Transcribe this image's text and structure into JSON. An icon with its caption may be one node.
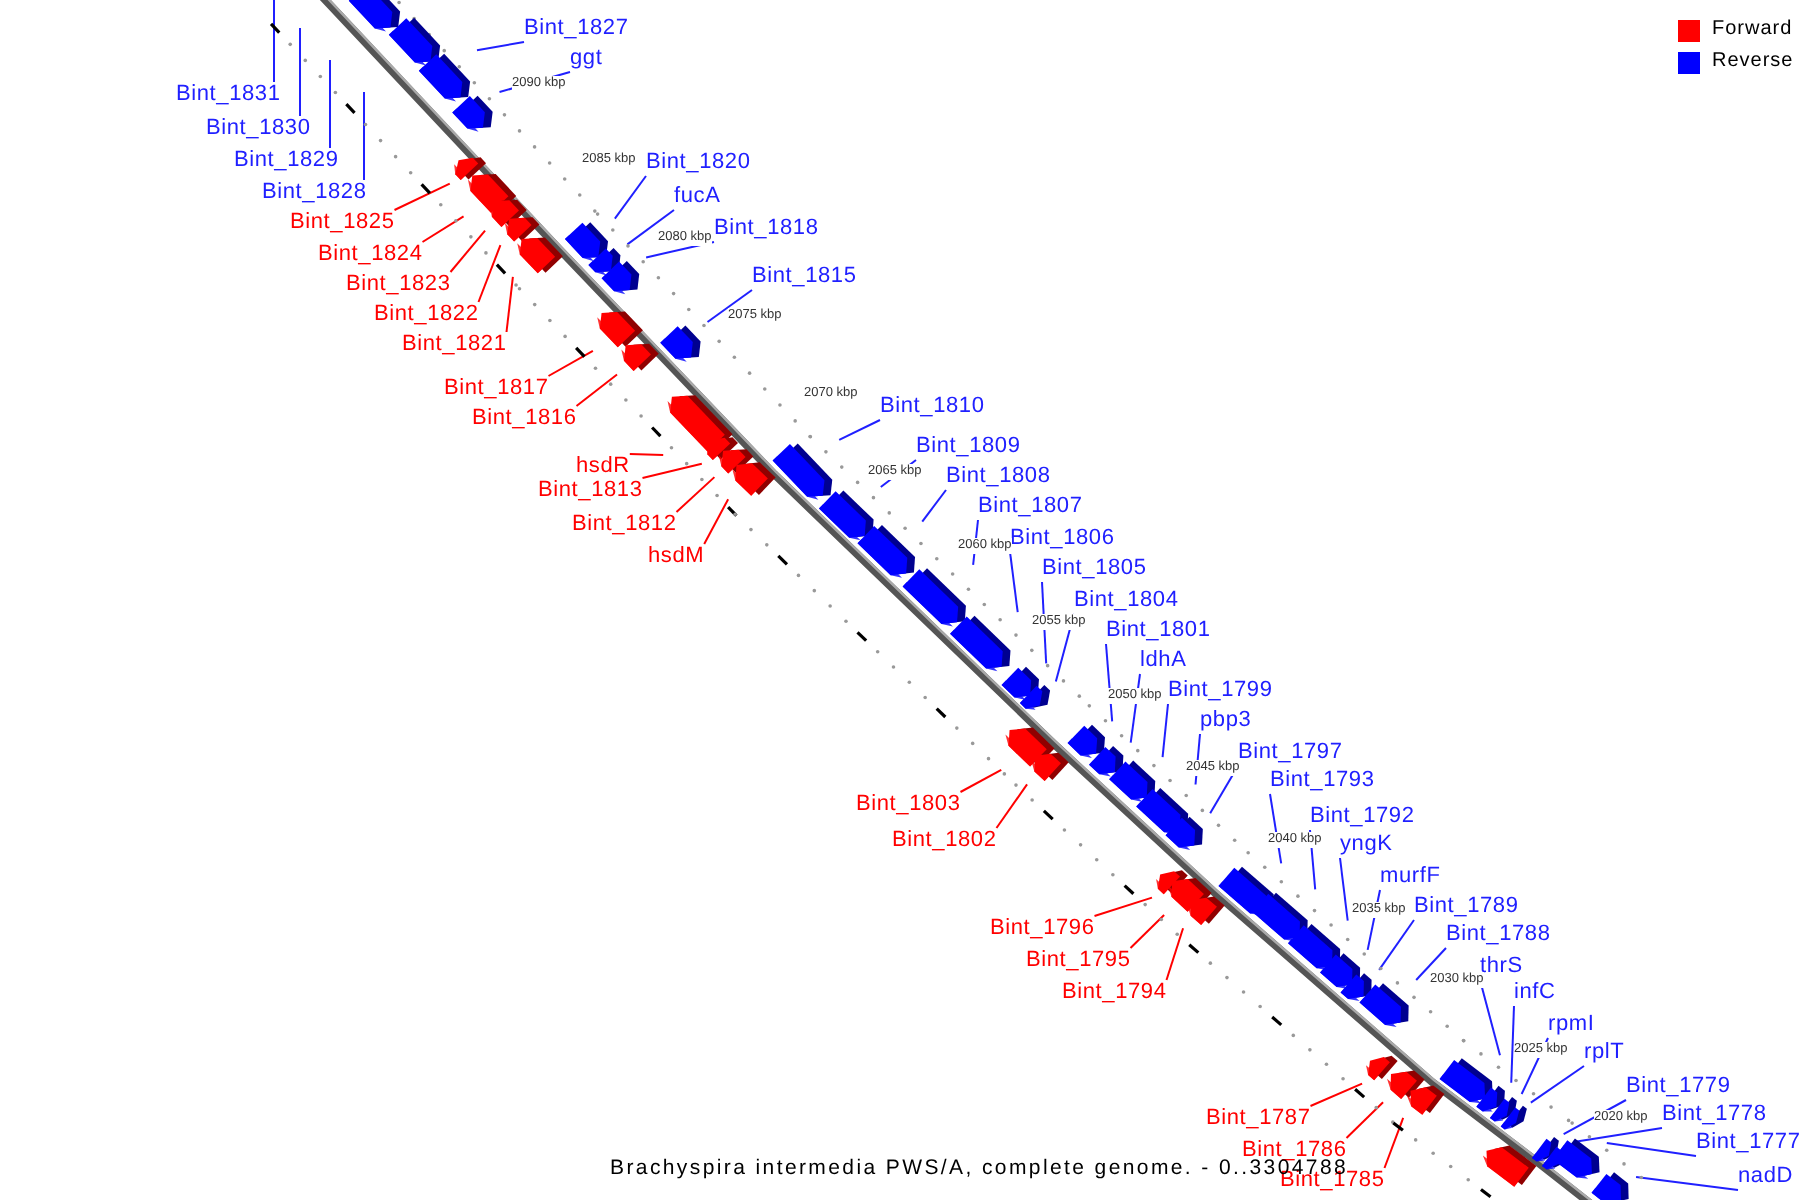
{
  "diagram": {
    "caption": "Brachyspira intermedia PWS/A, complete genome. - 0..3304788",
    "nodes": [
      {
        "text": [
          "Bint_1827"
        ]
      },
      {
        "text": [
          "ggt"
        ]
      },
      {
        "text": [
          "Bint_1831"
        ]
      },
      {
        "text": [
          "Bint_1830"
        ]
      },
      {
        "text": [
          "Bint_1820"
        ]
      },
      {
        "text": [
          "Bint_1829"
        ]
      },
      {
        "text": [
          "Bint_1828"
        ]
      },
      {
        "text": [
          "fucA"
        ]
      },
      {
        "text": [
          "Bint_1825"
        ]
      },
      {
        "text": [
          "Bint_1818"
        ]
      },
      {
        "text": [
          "Bint_1824"
        ]
      },
      {
        "text": [
          "Bint_1815"
        ]
      },
      {
        "text": [
          "Bint_1823"
        ]
      },
      {
        "text": [
          "Bint_1822"
        ]
      },
      {
        "text": [
          "Bint_1821"
        ]
      },
      {
        "text": [
          "Bint_1817"
        ]
      },
      {
        "text": [
          "Bint_1810"
        ]
      },
      {
        "text": [
          "Bint_1816"
        ]
      },
      {
        "text": [
          "Bint_1809"
        ]
      },
      {
        "text": [
          "hsdR"
        ]
      },
      {
        "text": [
          "Bint_1808"
        ]
      },
      {
        "text": [
          "Bint_1813"
        ]
      },
      {
        "text": [
          "Bint_1807"
        ]
      },
      {
        "text": [
          "Bint_1812"
        ]
      },
      {
        "text": [
          "Bint_1806"
        ]
      },
      {
        "text": [
          "hsdM"
        ]
      },
      {
        "text": [
          "Bint_1805"
        ]
      },
      {
        "text": [
          "Bint_1804"
        ]
      },
      {
        "text": [
          "Bint_1801"
        ]
      },
      {
        "text": [
          "ldhA"
        ]
      },
      {
        "text": [
          "Bint_1799"
        ]
      },
      {
        "text": [
          "pbp3"
        ]
      },
      {
        "text": [
          "Bint_1797"
        ]
      },
      {
        "text": [
          "Bint_1793"
        ]
      },
      {
        "text": [
          "Bint_1803"
        ]
      },
      {
        "text": [
          "Bint_1792"
        ]
      },
      {
        "text": [
          "Bint_1802"
        ]
      },
      {
        "text": [
          "yngK"
        ]
      },
      {
        "text": [
          "murfF"
        ]
      },
      {
        "text": [
          "Bint_1789"
        ]
      },
      {
        "text": [
          "Bint_1796"
        ]
      },
      {
        "text": [
          "Bint_1788"
        ]
      },
      {
        "text": [
          "Bint_1795"
        ]
      },
      {
        "text": [
          "thrS"
        ]
      },
      {
        "text": [
          "infC"
        ]
      },
      {
        "text": [
          "Bint_1794"
        ]
      },
      {
        "text": [
          "rpmI"
        ]
      },
      {
        "text": [
          "rplT"
        ]
      },
      {
        "text": [
          "Bint_1779"
        ]
      },
      {
        "text": [
          "Bint_1787"
        ]
      },
      {
        "text": [
          "Bint_1778"
        ]
      },
      {
        "text": [
          "Bint_1777"
        ]
      },
      {
        "text": [
          "Bint_1786"
        ]
      },
      {
        "text": [
          "nadD"
        ]
      },
      {
        "text": [
          "Bint_1785"
        ]
      },
      {
        "text": [],
        "shape": "pentagon"
      },
      {
        "text": [],
        "shape": "pentagon"
      },
      {
        "text": [],
        "shape": "pentagon"
      },
      {
        "text": [],
        "shape": "pentagon"
      },
      {
        "text": [],
        "shape": "pentagon"
      },
      {
        "text": [],
        "shape": "pentagon"
      },
      {
        "text": [],
        "shape": "pentagon"
      },
      {
        "text": [],
        "shape": "pentagon"
      },
      {
        "text": [],
        "shape": "pentagon"
      },
      {
        "text": [],
        "shape": "pentagon"
      },
      {
        "text": [],
        "shape": "pentagon"
      },
      {
        "text": [],
        "shape": "pentagon"
      },
      {
        "text": [],
        "shape": "pentagon"
      },
      {
        "text": [],
        "shape": "pentagon"
      },
      {
        "text": [],
        "shape": "pentagon"
      },
      {
        "text": [],
        "shape": "pentagon"
      },
      {
        "text": [],
        "shape": "pentagon"
      },
      {
        "text": [],
        "shape": "pentagon"
      },
      {
        "text": [],
        "shape": "pentagon"
      },
      {
        "text": [],
        "shape": "pentagon"
      },
      {
        "text": [],
        "shape": "pentagon"
      },
      {
        "text": [],
        "shape": "pentagon"
      },
      {
        "text": [],
        "shape": "pentagon"
      },
      {
        "text": [],
        "shape": "pentagon"
      },
      {
        "text": [],
        "shape": "pentagon"
      },
      {
        "text": [],
        "shape": "pentagon"
      },
      {
        "text": [],
        "shape": "pentagon"
      },
      {
        "text": [],
        "shape": "pentagon"
      },
      {
        "text": [],
        "shape": "pentagon"
      },
      {
        "text": [],
        "shape": "pentagon"
      },
      {
        "text": [],
        "shape": "pentagon"
      },
      {
        "text": [],
        "shape": "pentagon"
      },
      {
        "text": [],
        "shape": "pentagon"
      },
      {
        "text": [],
        "shape": "pentagon"
      },
      {
        "text": [],
        "shape": "pentagon"
      },
      {
        "text": [],
        "shape": "pentagon"
      },
      {
        "text": [],
        "shape": "pentagon"
      },
      {
        "text": [],
        "shape": "pentagon"
      },
      {
        "text": [],
        "shape": "pentagon"
      },
      {
        "text": [],
        "shape": "pentagon"
      },
      {
        "text": [],
        "shape": "pentagon"
      },
      {
        "text": [],
        "shape": "pentagon"
      },
      {
        "text": [],
        "shape": "pentagon"
      },
      {
        "text": [],
        "shape": "pentagon"
      },
      {
        "text": [],
        "shape": "pentagon"
      },
      {
        "text": [],
        "shape": "pentagon"
      },
      {
        "text": [],
        "shape": "pentagon"
      },
      {
        "text": [],
        "shape": "pentagon"
      },
      {
        "text": [],
        "shape": "pentagon"
      },
      {
        "text": [],
        "shape": "pentagon"
      },
      {
        "text": [],
        "shape": "pentagon"
      },
      {
        "text": [],
        "shape": "pentagon"
      },
      {
        "text": [],
        "shape": "pentagon"
      },
      {
        "text": [],
        "shape": "pentagon"
      }
    ],
    "edges": [
      {
        "from": 0,
        "to": 57,
        "arrow": "none"
      },
      {
        "from": 1,
        "to": 58,
        "arrow": "none"
      },
      {
        "from": 2,
        "to": null,
        "arrow": "none"
      },
      {
        "from": 3,
        "to": null,
        "arrow": "none"
      },
      {
        "from": 4,
        "to": 63,
        "arrow": "none"
      },
      {
        "from": 5,
        "to": null,
        "arrow": "none"
      },
      {
        "from": 6,
        "to": null,
        "arrow": "none"
      },
      {
        "from": 7,
        "to": 65,
        "arrow": "none"
      },
      {
        "from": 8,
        "to": 59,
        "arrow": "none",
        "color": "#ff0000"
      },
      {
        "from": 9,
        "to": 66,
        "arrow": "none"
      },
      {
        "from": 10,
        "to": 60,
        "arrow": "none",
        "color": "#ff0000"
      },
      {
        "from": 11,
        "to": 68,
        "arrow": "none"
      },
      {
        "from": 12,
        "to": 61,
        "arrow": "none",
        "color": "#ff0000"
      },
      {
        "from": 13,
        "to": 62,
        "arrow": "none",
        "color": "#ff0000"
      },
      {
        "from": 14,
        "to": 64,
        "arrow": "none",
        "color": "#ff0000"
      },
      {
        "from": 15,
        "to": 67,
        "arrow": "none",
        "color": "#ff0000"
      },
      {
        "from": 16,
        "to": 73,
        "arrow": "none"
      },
      {
        "from": 17,
        "to": 69,
        "arrow": "none",
        "color": "#ff0000"
      },
      {
        "from": 18,
        "to": 75,
        "arrow": "none"
      },
      {
        "from": 19,
        "to": 70,
        "arrow": "none",
        "color": "#ff0000"
      },
      {
        "from": 20,
        "to": 76,
        "arrow": "none"
      },
      {
        "from": 21,
        "to": 71,
        "arrow": "none",
        "color": "#ff0000"
      },
      {
        "from": 22,
        "to": 77,
        "arrow": "none"
      },
      {
        "from": 23,
        "to": 72,
        "arrow": "none",
        "color": "#ff0000"
      },
      {
        "from": 24,
        "to": 78,
        "arrow": "none"
      },
      {
        "from": 25,
        "to": 74,
        "arrow": "none",
        "color": "#ff0000"
      },
      {
        "from": 26,
        "to": 79,
        "arrow": "none"
      },
      {
        "from": 27,
        "to": 80,
        "arrow": "none"
      },
      {
        "from": 28,
        "to": 82,
        "arrow": "none"
      },
      {
        "from": 29,
        "to": 84,
        "arrow": "none"
      },
      {
        "from": 30,
        "to": 85,
        "arrow": "none"
      },
      {
        "from": 31,
        "to": 86,
        "arrow": "none"
      },
      {
        "from": 32,
        "to": 87,
        "arrow": "none"
      },
      {
        "from": 33,
        "to": 90,
        "arrow": "none"
      },
      {
        "from": 34,
        "to": 81,
        "arrow": "none",
        "color": "#ff0000"
      },
      {
        "from": 35,
        "to": 92,
        "arrow": "none"
      },
      {
        "from": 36,
        "to": 83,
        "arrow": "none",
        "color": "#ff0000"
      },
      {
        "from": 37,
        "to": 93,
        "arrow": "none"
      },
      {
        "from": 38,
        "to": 94,
        "arrow": "none"
      },
      {
        "from": 39,
        "to": 95,
        "arrow": "none"
      },
      {
        "from": 40,
        "to": 88,
        "arrow": "none",
        "color": "#ff0000"
      },
      {
        "from": 41,
        "to": 96,
        "arrow": "none"
      },
      {
        "from": 42,
        "to": 89,
        "arrow": "none",
        "color": "#ff0000"
      },
      {
        "from": 43,
        "to": 99,
        "arrow": "none"
      },
      {
        "from": 44,
        "to": 101,
        "arrow": "none"
      },
      {
        "from": 45,
        "to": 91,
        "arrow": "none",
        "color": "#ff0000"
      },
      {
        "from": 46,
        "to": 102,
        "arrow": "none"
      },
      {
        "from": 47,
        "to": 103,
        "arrow": "none"
      },
      {
        "from": 48,
        "to": 104,
        "arrow": "none"
      },
      {
        "from": 49,
        "to": 97,
        "arrow": "none",
        "color": "#ff0000"
      },
      {
        "from": 50,
        "to": 105,
        "arrow": "none"
      },
      {
        "from": 51,
        "to": 107,
        "arrow": "none"
      },
      {
        "from": 52,
        "to": 98,
        "arrow": "none",
        "color": "#ff0000"
      },
      {
        "from": 53,
        "to": 108,
        "arrow": "none"
      },
      {
        "from": 54,
        "to": 100,
        "arrow": "none",
        "color": "#ff0000"
      }
    ],
    "labels": [
      "2090 kbp",
      "2085 kbp",
      "2080 kbp",
      "2075 kbp",
      "2070 kbp",
      "2065 kbp",
      "2060 kbp",
      "2055 kbp",
      "2050 kbp",
      "2045 kbp",
      "2040 kbp",
      "2035 kbp",
      "2030 kbp",
      "2025 kbp",
      "2020 kbp"
    ],
    "legend": [
      {
        "text": "Forward",
        "color": "#ff0000"
      },
      {
        "text": "Reverse",
        "color": "#0000ff"
      }
    ]
  }
}
